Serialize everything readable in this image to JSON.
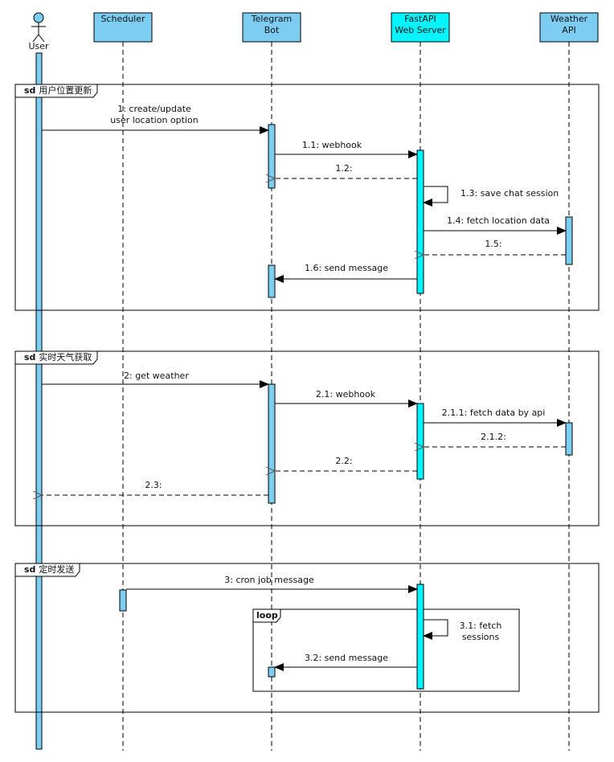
{
  "colors": {
    "participant_fill": "#7dcdf2",
    "server_fill": "#00f5ff",
    "stroke": "#000000",
    "return_arrow": "#555555"
  },
  "participants": [
    {
      "id": "user",
      "kind": "actor",
      "lines": [
        "User"
      ]
    },
    {
      "id": "scheduler",
      "kind": "box",
      "lines": [
        "Scheduler"
      ]
    },
    {
      "id": "telegram",
      "kind": "box",
      "lines": [
        "Telegram",
        "Bot"
      ]
    },
    {
      "id": "fastapi",
      "kind": "box",
      "lines": [
        "FastAPI",
        "Web Server"
      ],
      "highlight": true
    },
    {
      "id": "weather",
      "kind": "box",
      "lines": [
        "Weather",
        "API"
      ]
    }
  ],
  "frames": [
    {
      "keyword": "sd",
      "title": "用户位置更新",
      "messages": [
        {
          "from": "user",
          "to": "telegram",
          "type": "sync",
          "lines": [
            "1: create/update",
            "user location option"
          ]
        },
        {
          "from": "telegram",
          "to": "fastapi",
          "type": "sync",
          "lines": [
            "1.1: webhook"
          ]
        },
        {
          "from": "fastapi",
          "to": "telegram",
          "type": "return",
          "lines": [
            "1.2:"
          ]
        },
        {
          "from": "fastapi",
          "to": "fastapi",
          "type": "self",
          "lines": [
            "1.3: save chat session"
          ]
        },
        {
          "from": "fastapi",
          "to": "weather",
          "type": "sync",
          "lines": [
            "1.4: fetch location data"
          ]
        },
        {
          "from": "weather",
          "to": "fastapi",
          "type": "return",
          "lines": [
            "1.5:"
          ]
        },
        {
          "from": "fastapi",
          "to": "telegram",
          "type": "sync",
          "lines": [
            "1.6: send message"
          ]
        }
      ]
    },
    {
      "keyword": "sd",
      "title": "实时天气获取",
      "messages": [
        {
          "from": "user",
          "to": "telegram",
          "type": "sync",
          "lines": [
            "2: get weather"
          ]
        },
        {
          "from": "telegram",
          "to": "fastapi",
          "type": "sync",
          "lines": [
            "2.1: webhook"
          ]
        },
        {
          "from": "fastapi",
          "to": "weather",
          "type": "sync",
          "lines": [
            "2.1.1: fetch data by api"
          ]
        },
        {
          "from": "weather",
          "to": "fastapi",
          "type": "return",
          "lines": [
            "2.1.2:"
          ]
        },
        {
          "from": "fastapi",
          "to": "telegram",
          "type": "return",
          "lines": [
            "2.2:"
          ]
        },
        {
          "from": "telegram",
          "to": "user",
          "type": "return",
          "lines": [
            "2.3:"
          ]
        }
      ]
    },
    {
      "keyword": "sd",
      "title": "定时发送",
      "messages": [
        {
          "from": "scheduler",
          "to": "fastapi",
          "type": "sync",
          "lines": [
            "3: cron job message"
          ]
        },
        {
          "from": "fastapi",
          "to": "fastapi",
          "type": "self",
          "lines": [
            "3.1: fetch",
            "sessions"
          ]
        },
        {
          "from": "fastapi",
          "to": "telegram",
          "type": "sync",
          "lines": [
            "3.2: send message"
          ]
        }
      ],
      "fragment": {
        "operator": "loop"
      }
    }
  ]
}
